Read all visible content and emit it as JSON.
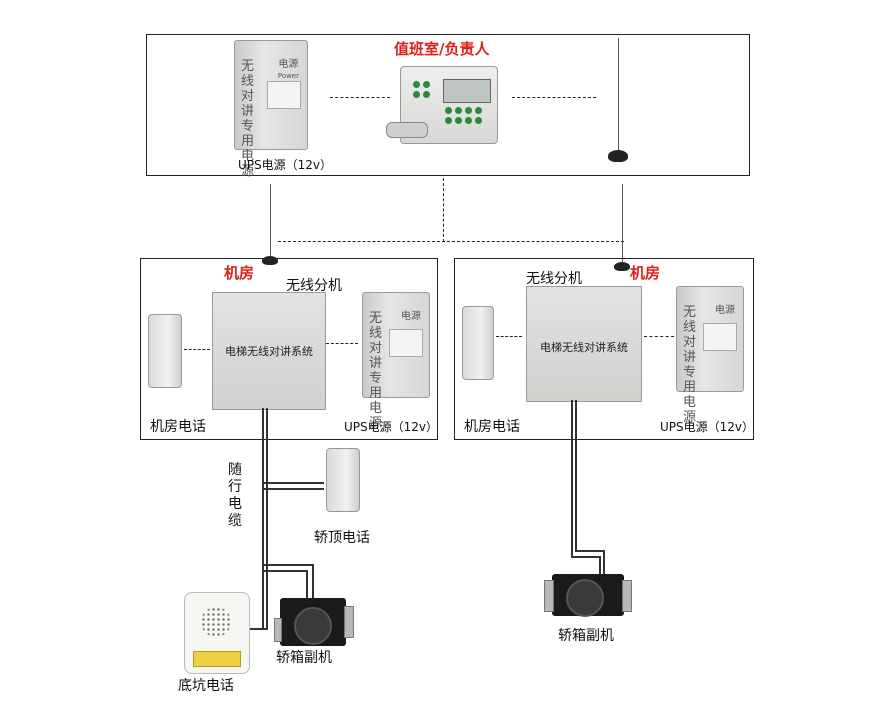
{
  "duty_room": {
    "label": "值班室/负责人",
    "ups_label": "UPS电源（12v）"
  },
  "ups_unit": {
    "vertical_text": "无线对讲专用电源",
    "brand": "电源",
    "brand_sub": "Power"
  },
  "left_room": {
    "room_label": "机房",
    "extension_label": "无线分机",
    "extension_text": "电梯无线对讲系统",
    "phone_label": "机房电话",
    "ups_label": "UPS电源（12v）"
  },
  "right_room": {
    "room_label": "机房",
    "extension_label": "无线分机",
    "extension_text": "电梯无线对讲系统",
    "phone_label": "机房电话",
    "ups_label": "UPS电源（12v）"
  },
  "cable_label": "随行电缆",
  "car_top_phone_label": "轿顶电话",
  "car_sub_label_left": "轿箱副机",
  "pit_phone_label": "底坑电话",
  "car_sub_label_right": "轿箱副机",
  "colors": {
    "accent_red": "#e0201a",
    "line": "#222222"
  }
}
